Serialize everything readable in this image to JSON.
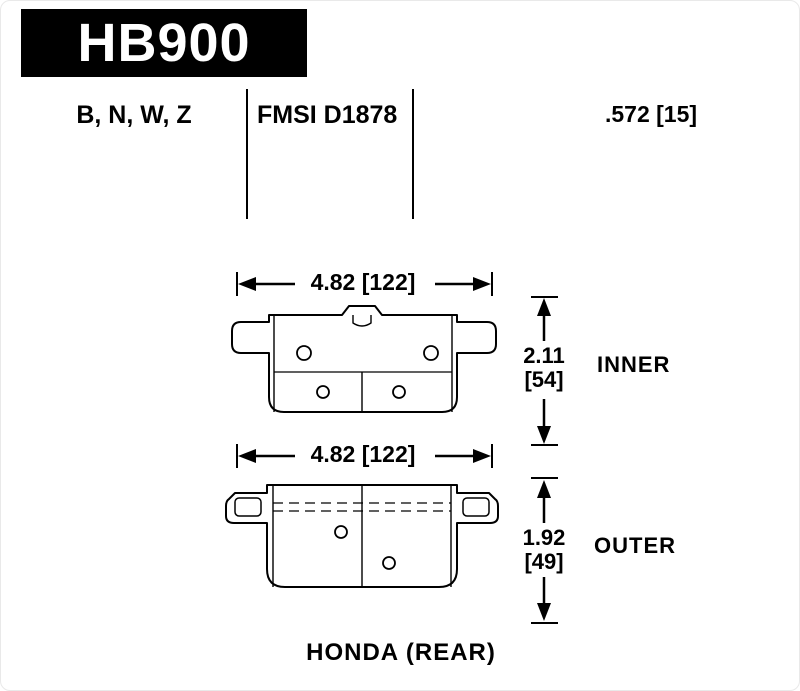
{
  "colors": {
    "ink": "#000000",
    "background": "#ffffff"
  },
  "header": {
    "part_number": "HB900"
  },
  "specs": {
    "compounds": "B, N, W, Z",
    "fmsi": "FMSI D1878",
    "thickness": ".572 [15]"
  },
  "inner_pad": {
    "width": "4.82 [122]",
    "thickness_in": "2.11",
    "thickness_mm": "[54]",
    "label": "INNER"
  },
  "outer_pad": {
    "width": "4.82 [122]",
    "thickness_in": "1.92",
    "thickness_mm": "[49]",
    "label": "OUTER"
  },
  "footer": {
    "application": "HONDA (REAR)"
  }
}
